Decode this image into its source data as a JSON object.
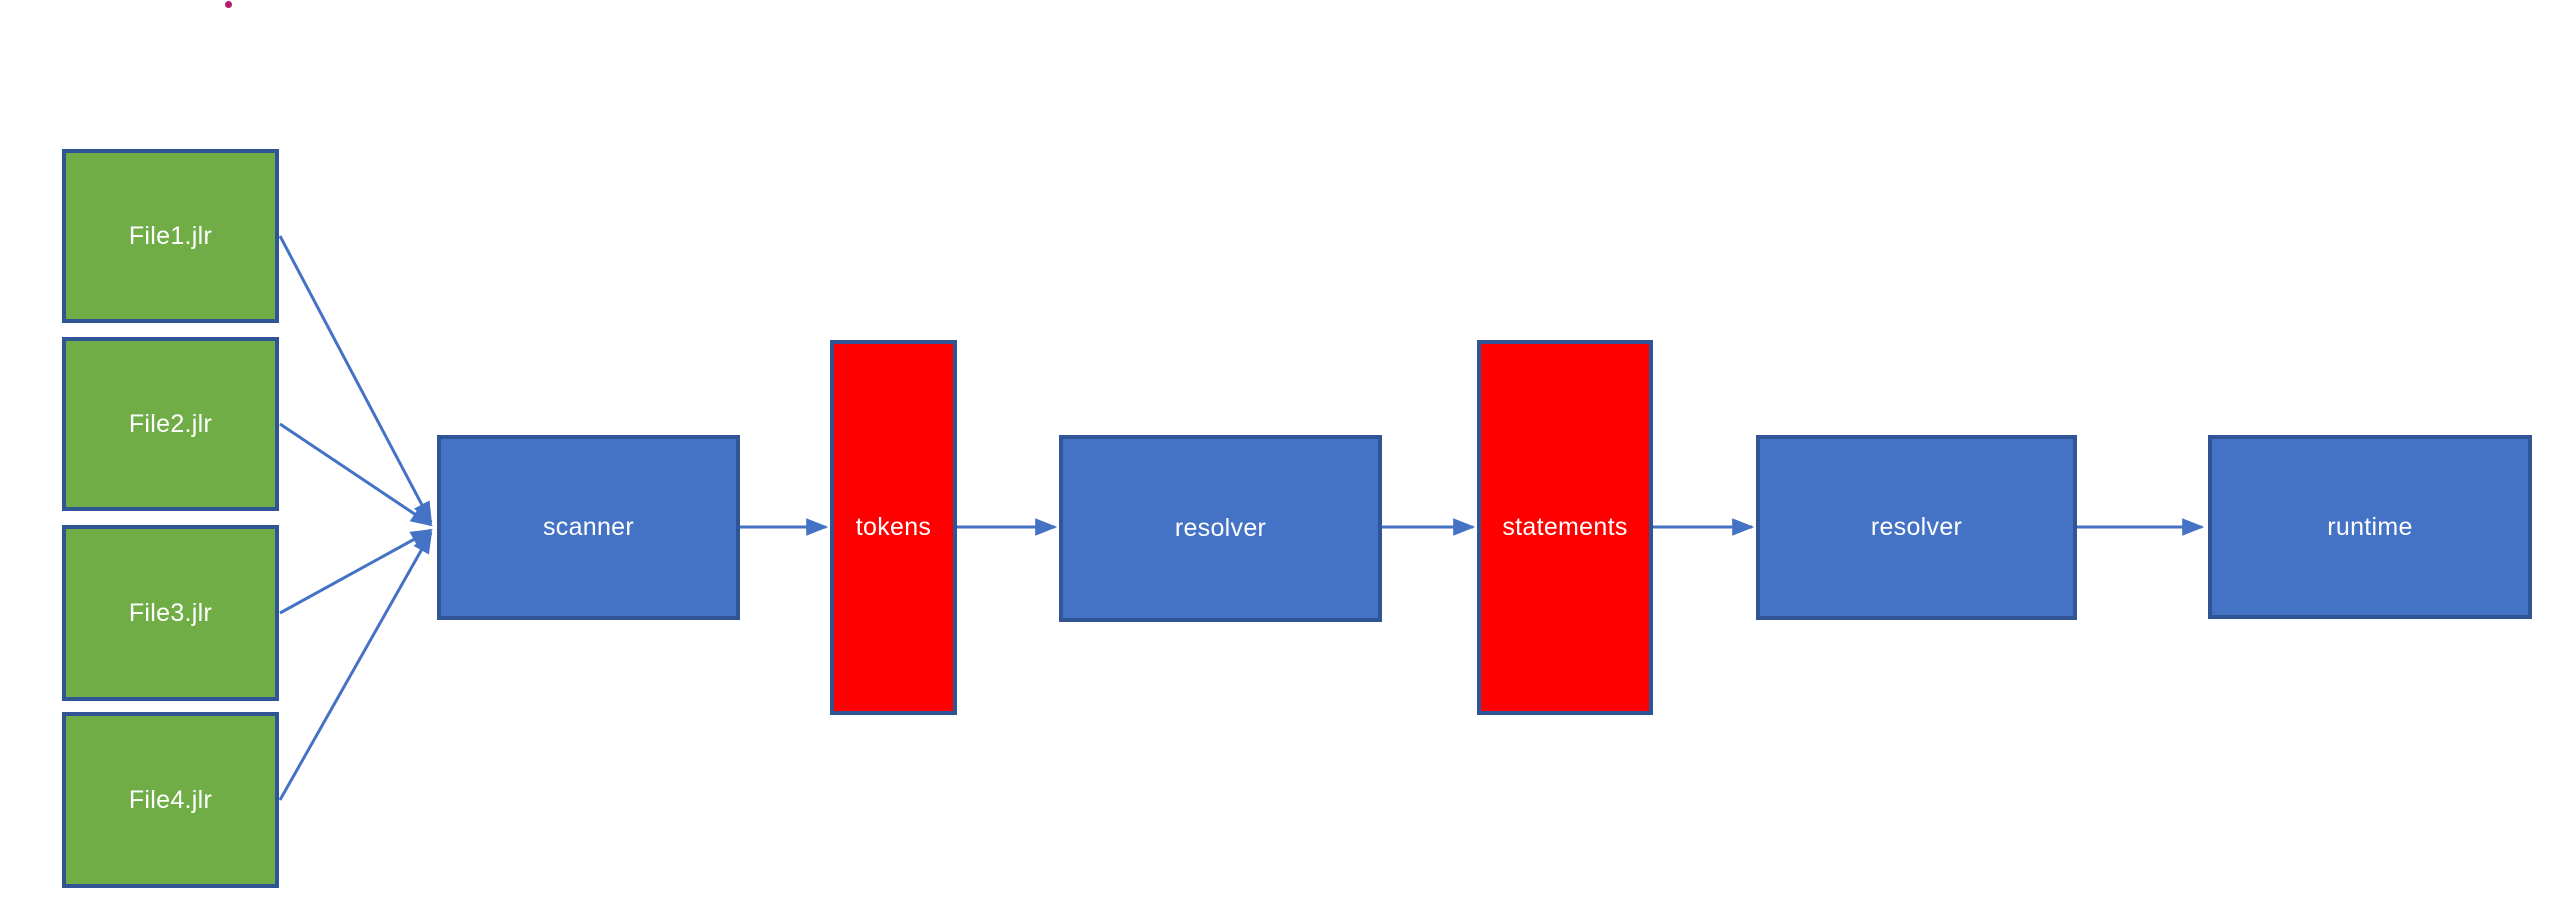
{
  "page": {
    "background_color": "#FFFFFF",
    "artifact_dot_color": "#B5196B"
  },
  "diagram": {
    "colors": {
      "source_fill": "#70AD47",
      "process_fill": "#4472C4",
      "data_fill": "#FF0000",
      "shape_border": "#2F5597",
      "connector": "#4472C4",
      "label_text": "#FFFFFF"
    },
    "nodes": [
      {
        "id": "file1",
        "label": "File1.jlr",
        "kind": "source-file"
      },
      {
        "id": "file2",
        "label": "File2.jlr",
        "kind": "source-file"
      },
      {
        "id": "file3",
        "label": "File3.jlr",
        "kind": "source-file"
      },
      {
        "id": "file4",
        "label": "File4.jlr",
        "kind": "source-file"
      },
      {
        "id": "scanner",
        "label": "scanner",
        "kind": "process"
      },
      {
        "id": "tokens",
        "label": "tokens",
        "kind": "data"
      },
      {
        "id": "resolver1",
        "label": "resolver",
        "kind": "process"
      },
      {
        "id": "statements",
        "label": "statements",
        "kind": "data"
      },
      {
        "id": "resolver2",
        "label": "resolver",
        "kind": "process"
      },
      {
        "id": "runtime",
        "label": "runtime",
        "kind": "process"
      }
    ],
    "edges": [
      {
        "from": "file1",
        "to": "scanner"
      },
      {
        "from": "file2",
        "to": "scanner"
      },
      {
        "from": "file3",
        "to": "scanner"
      },
      {
        "from": "file4",
        "to": "scanner"
      },
      {
        "from": "scanner",
        "to": "tokens"
      },
      {
        "from": "tokens",
        "to": "resolver1"
      },
      {
        "from": "resolver1",
        "to": "statements"
      },
      {
        "from": "statements",
        "to": "resolver2"
      },
      {
        "from": "resolver2",
        "to": "runtime"
      }
    ]
  }
}
